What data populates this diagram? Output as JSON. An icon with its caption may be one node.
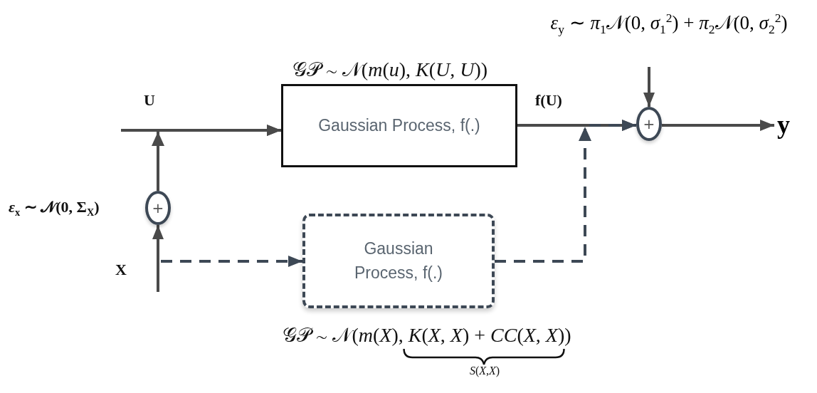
{
  "diagram": {
    "nodes": [
      {
        "text": [
          "Gaussian Process, f(.)"
        ],
        "beside": [
          "𝒢𝒫 ∼ 𝒩(*m*(*u*), *K*(*U*, *U*))"
        ]
      },
      {
        "text": [
          "+"
        ]
      },
      {
        "text": [
          "Gaussian Process, f(.)"
        ],
        "beside": [
          "𝒢𝒫 ∼ 𝒩(*m*(*X*), *K*(*X*, *X*) + *CC*(*X*, *X*))",
          "*S*(*X*,*X*)"
        ]
      },
      {
        "text": [
          "+"
        ]
      },
      {
        "text": [
          "y"
        ]
      },
      {
        "text": [
          "*ε*$_{y}$ ∼ *π*$_{1}$𝒩(0, *σ*$_{1}$$^{2}$) + *π*$_{2}$𝒩(0, *σ*$_{2}$$^{2}$)"
        ]
      }
    ],
    "edges": [
      {
        "from": null,
        "to": 0,
        "arrow": "to"
      },
      {
        "from": 1,
        "to": 0,
        "arrow": "to"
      },
      {
        "from": null,
        "to": 1,
        "arrow": "to"
      },
      {
        "from": null,
        "to": 2,
        "arrow": "to",
        "style": "dashed"
      },
      {
        "from": 0,
        "to": 3,
        "arrow": "to"
      },
      {
        "from": 2,
        "to": 3,
        "arrow": "to",
        "style": "dashed"
      },
      {
        "from": 3,
        "to": 4,
        "arrow": "to"
      },
      {
        "from": 5,
        "to": 3,
        "arrow": "to"
      }
    ],
    "labels": [
      "U",
      "f(U)",
      "*ε*$_{x}$ ∼ 𝒩(0, Σ$_{X}$)",
      "X"
    ]
  }
}
